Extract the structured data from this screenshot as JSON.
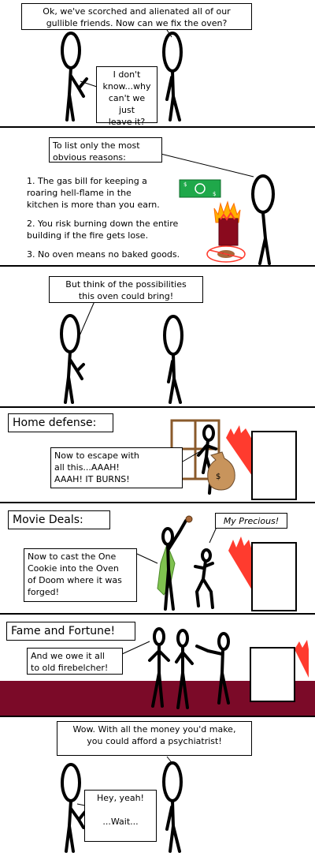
{
  "panels": [
    {
      "bubble_1": "Ok, we've scorched and alienated all of our\ngullible friends. Now can we fix the oven?",
      "bubble_2": "I don't\nknow...why\ncan't we just\nleave it?"
    },
    {
      "intro": "To list only the most\nobvious reasons:",
      "reason_1": "1. The gas bill for keeping a\nroaring hell-flame in the\nkitchen is more than you earn.",
      "reason_2": "2. You risk burning down the entire\nbuilding if the fire gets lose.",
      "reason_3": "3. No oven means no baked goods."
    },
    {
      "bubble_1": "But think of the possibilities\nthis oven could bring!"
    },
    {
      "caption": "Home defense:",
      "bubble_1": "Now to escape with\nall this...AAAH!\nAAAH! IT BURNS!",
      "bag_label": "$"
    },
    {
      "caption": "Movie Deals:",
      "bubble_1": "Now to cast the One\nCookie into the Oven\nof Doom where it was\nforged!",
      "bubble_2": "My Precious!"
    },
    {
      "caption": "Fame and Fortune!",
      "bubble_1": "And we owe it all\nto old firebelcher!"
    },
    {
      "bubble_1": "Wow. With all the money you'd make,\nyou could afford a psychiatrist!",
      "bubble_2": "Hey, yeah!\n\n...Wait..."
    }
  ],
  "colors": {
    "carpet": "#7b0a28",
    "flame": "#ff3b2e",
    "money": "#1fa84a",
    "bag": "#c8945c",
    "window": "#8a5a2b",
    "cloak": "#7fc24f",
    "cookie": "#a8683a"
  }
}
